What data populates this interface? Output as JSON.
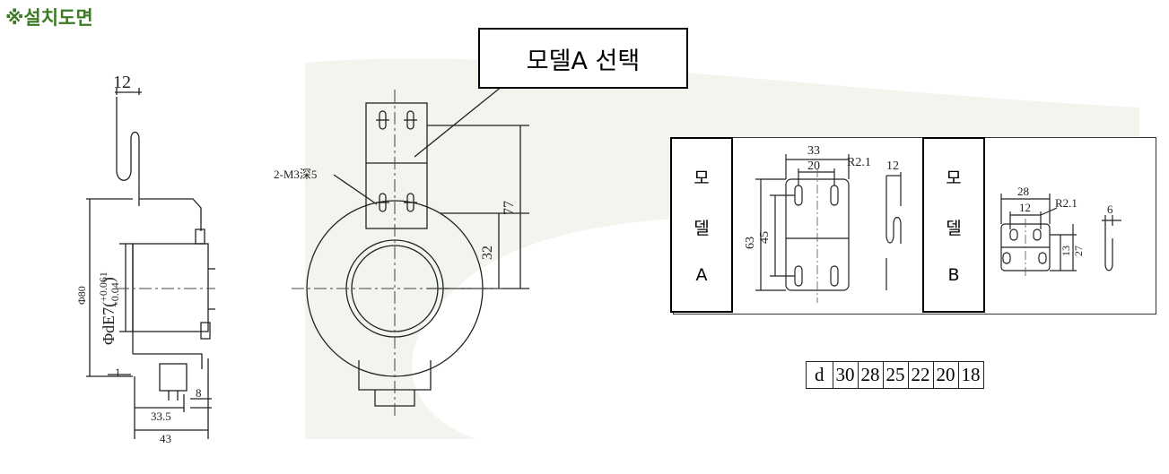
{
  "page": {
    "title": "※설치도면"
  },
  "callout": {
    "label": "모델A 선택"
  },
  "side_view": {
    "dim_top": "12",
    "dim_phi80": "Φ80",
    "dim_bore": "ΦdE7(+0.061/+0.04)",
    "dim_bore_main": "ΦdE7(",
    "dim_bore_tol_upper": "+0.061",
    "dim_bore_tol_lower": "+0.04",
    "dim_bore_close": ")",
    "dim_1": "1",
    "dim_8": "8",
    "dim_33_5": "33.5",
    "dim_43": "43"
  },
  "front_view": {
    "thread_label": "2-M3深5",
    "dim_77": "77",
    "dim_32": "32"
  },
  "model_a": {
    "side_label": [
      "모",
      "델",
      "A"
    ],
    "dim_33": "33",
    "dim_20": "20",
    "dim_r": "R2.1",
    "dim_12": "12",
    "dim_63": "63",
    "dim_45": "45"
  },
  "model_b": {
    "side_label": [
      "모",
      "델",
      "B"
    ],
    "dim_28": "28",
    "dim_12": "12",
    "dim_r": "R2.1",
    "dim_6": "6",
    "dim_13": "13",
    "dim_27": "27"
  },
  "d_table": {
    "header": "d",
    "values": [
      "30",
      "28",
      "25",
      "22",
      "20",
      "18"
    ]
  }
}
